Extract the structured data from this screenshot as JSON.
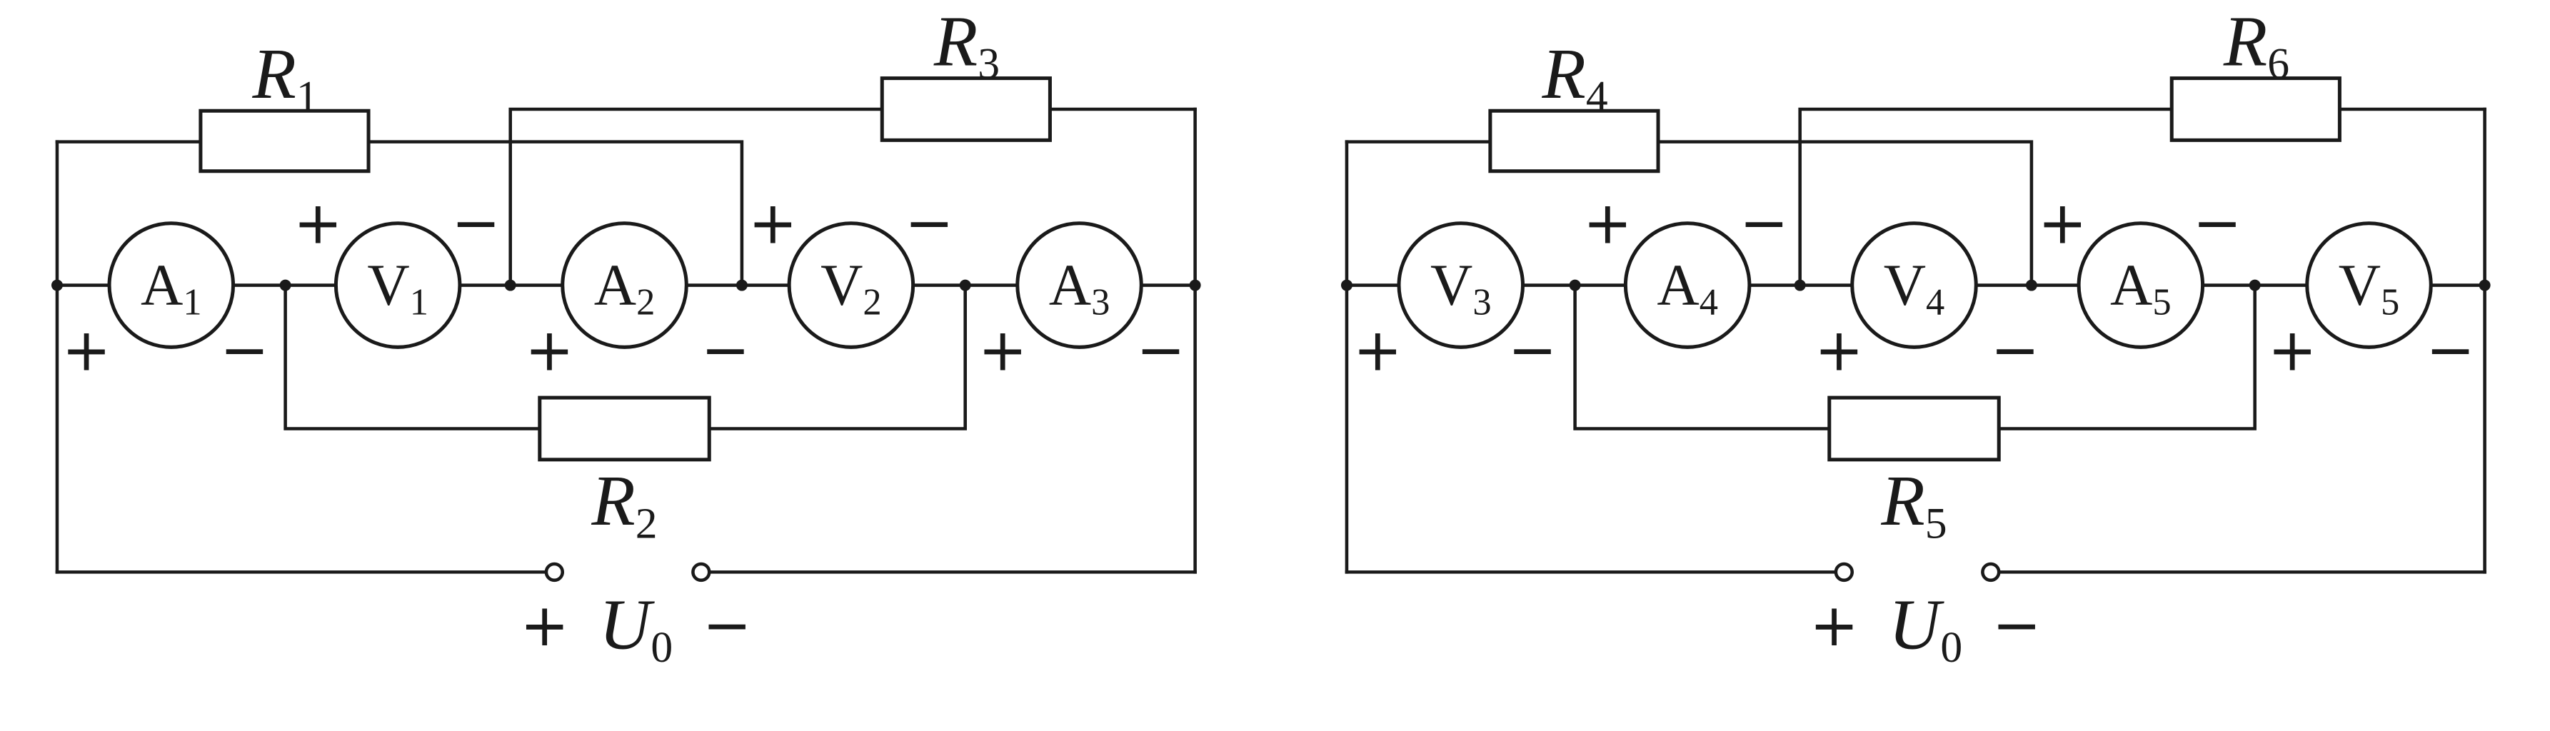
{
  "circuits": [
    {
      "resistors": {
        "upper_left": {
          "symbol": "R",
          "sub": "1"
        },
        "upper_right": {
          "symbol": "R",
          "sub": "3"
        },
        "lower": {
          "symbol": "R",
          "sub": "2"
        }
      },
      "meters": [
        {
          "symbol": "A",
          "sub": "1",
          "plus": "+",
          "minus": "−"
        },
        {
          "symbol": "V",
          "sub": "1",
          "plus": "+",
          "minus": "−"
        },
        {
          "symbol": "A",
          "sub": "2",
          "plus": "+",
          "minus": "−"
        },
        {
          "symbol": "V",
          "sub": "2",
          "plus": "+",
          "minus": "−"
        },
        {
          "symbol": "A",
          "sub": "3",
          "plus": "+",
          "minus": "−"
        }
      ],
      "source": {
        "plus": "+",
        "symbol": "U",
        "sub": "0",
        "minus": "−"
      }
    },
    {
      "resistors": {
        "upper_left": {
          "symbol": "R",
          "sub": "4"
        },
        "upper_right": {
          "symbol": "R",
          "sub": "6"
        },
        "lower": {
          "symbol": "R",
          "sub": "5"
        }
      },
      "meters": [
        {
          "symbol": "V",
          "sub": "3",
          "plus": "+",
          "minus": "−"
        },
        {
          "symbol": "A",
          "sub": "4",
          "plus": "+",
          "minus": "−"
        },
        {
          "symbol": "V",
          "sub": "4",
          "plus": "+",
          "minus": "−"
        },
        {
          "symbol": "A",
          "sub": "5",
          "plus": "+",
          "minus": "−"
        },
        {
          "symbol": "V",
          "sub": "5",
          "plus": "+",
          "minus": "−"
        }
      ],
      "source": {
        "plus": "+",
        "symbol": "U",
        "sub": "0",
        "minus": "−"
      }
    }
  ]
}
